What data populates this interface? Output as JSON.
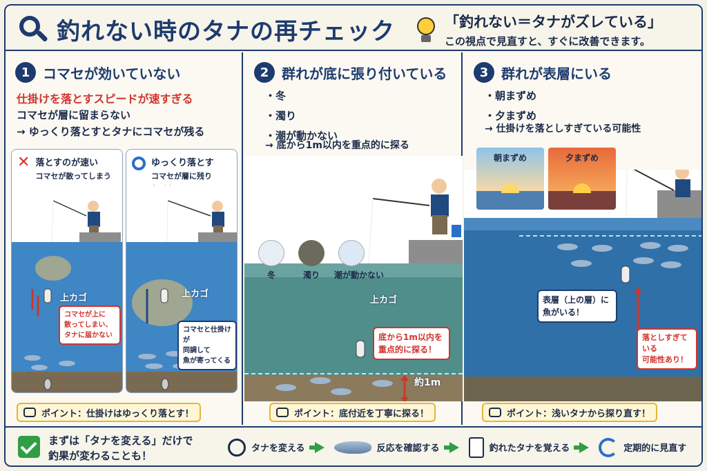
{
  "header": {
    "title": "釣れない時のタナの再チェック",
    "tip_line1": "「釣れない＝タナがズレている」",
    "tip_line2": "この視点で見直すと、すぐに改善できます。"
  },
  "panel1": {
    "number": "1",
    "title": "コマセが効いていない",
    "red_line": "仕掛けを落とすスピードが速すぎる",
    "line2": "コマセが層に留まらない",
    "line3": "→ ゆっくり落とすとタナにコマセが残る",
    "left_card": {
      "title": "落とすのが速い",
      "subtitle": "コマセが散ってしまう",
      "kago_label": "上カゴ",
      "callout": [
        "コマセが上に",
        "散ってしまい、",
        "タナに届かない"
      ]
    },
    "right_card": {
      "title": "ゆっくり落とす",
      "subtitle_1": "コマセが層に残り",
      "subtitle_2": "魚が寄ってくる",
      "kago_label": "上カゴ",
      "callout": [
        "コマセと仕掛けが",
        "同調して",
        "魚が寄ってくる"
      ]
    },
    "point": "ポイント：仕掛けはゆっくり落とす！"
  },
  "panel2": {
    "number": "2",
    "title": "群れが底に張り付いている",
    "bullets": [
      "・冬",
      "・濁り",
      "・潮が動かない"
    ],
    "arrow_line": "→ 底から1m以内を重点的に探る",
    "conditions": [
      "冬",
      "濁り",
      "潮が動かない"
    ],
    "kago_label": "上カゴ",
    "callout": [
      "底から1m以内を",
      "重点的に探る！"
    ],
    "depth_label": "約1m",
    "point": "ポイント：底付近を丁寧に探る！"
  },
  "panel3": {
    "number": "3",
    "title": "群れが表層にいる",
    "bullets": [
      "・朝まずめ",
      "・夕まずめ"
    ],
    "arrow_line": "→ 仕掛けを落としすぎている可能性",
    "morning": "朝まずめ",
    "evening": "夕まずめ",
    "callout_blue": [
      "表層（上の層）に",
      "魚がいる！"
    ],
    "callout_red": [
      "落としすぎている",
      "可能性あり！"
    ],
    "point": "ポイント：浅いタナから探り直す！"
  },
  "footer": {
    "line1": "まずは「タナを変える」だけで",
    "line2": "釣果が変わることも！",
    "steps": [
      "タナを変える",
      "反応を確認する",
      "釣れたタナを覚える",
      "定期的に見直す"
    ]
  }
}
